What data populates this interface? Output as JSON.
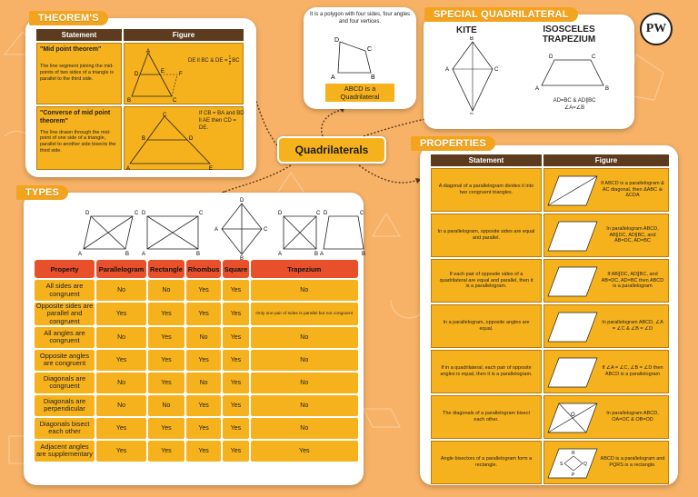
{
  "center": "Quadrilaterals",
  "logo_text": "PW",
  "theorems": {
    "tag": "THEOREM'S",
    "headers": [
      "Statement",
      "Figure"
    ],
    "rows": [
      {
        "title": "\"Mid point theorem\"",
        "text": "The line segment joining the mid-points of two sides of a triangle is parallel to the third side.",
        "fig_note_a": "DE ll BC & DE = ",
        "fig_note_b": "1",
        "fig_note_c": "2",
        "fig_note_d": "BC",
        "labels": [
          "A",
          "D",
          "E",
          "F",
          "B",
          "C"
        ]
      },
      {
        "title": "\"Converse of mid point theorem\"",
        "text": "The line drawn through the mid-point of one side of a triangle, parallel to another side bisects the third side.",
        "fig_note": "If CB = BA and BD ll AE then CD = DE.",
        "labels": [
          "C",
          "B",
          "D",
          "A",
          "E"
        ]
      }
    ]
  },
  "polygon": {
    "text": "It is a polygon with four sides, four angles and four vertices.",
    "labels": [
      "D",
      "C",
      "A",
      "B"
    ],
    "caption_a": "ABCD is a",
    "caption_b": "Quadrilateral"
  },
  "special": {
    "tag": "SPECIAL QUADRILATERAL",
    "kite": "KITE",
    "trap_a": "ISOSCELES",
    "trap_b": "TRAPEZIUM",
    "kite_labels": [
      "A",
      "B",
      "C",
      "D"
    ],
    "trap_labels": [
      "D",
      "C",
      "A",
      "B"
    ],
    "trap_note_a": "AD=BC & AD∥BC",
    "trap_note_b": "∠A=∠B"
  },
  "types": {
    "tag": "TYPES",
    "headers": [
      "Property",
      "Parallelogram",
      "Rectangle",
      "Rhombus",
      "Square",
      "Trapezium"
    ],
    "rows": [
      {
        "p": "All sides are congruent",
        "v": [
          "No",
          "No",
          "Yes",
          "Yes",
          "No"
        ]
      },
      {
        "p": "Opposite sides are parallel and congruent",
        "v": [
          "Yes",
          "Yes",
          "Yes",
          "Yes",
          "Only one pair of sides is parallel but not congruent"
        ]
      },
      {
        "p": "All angles are congruent",
        "v": [
          "No",
          "Yes",
          "No",
          "Yes",
          "No"
        ]
      },
      {
        "p": "Opposite angles are congruent",
        "v": [
          "Yes",
          "Yes",
          "Yes",
          "Yes",
          "No"
        ]
      },
      {
        "p": "Diagonals are congruent",
        "v": [
          "No",
          "Yes",
          "No",
          "Yes",
          "No"
        ]
      },
      {
        "p": "Diagonals are perpendicular",
        "v": [
          "No",
          "No",
          "Yes",
          "Yes",
          "No"
        ]
      },
      {
        "p": "Diagonals bisect each other",
        "v": [
          "Yes",
          "Yes",
          "Yes",
          "Yes",
          "No"
        ]
      },
      {
        "p": "Adjacent angles are supplementary",
        "v": [
          "Yes",
          "Yes",
          "Yes",
          "Yes",
          "Yes"
        ]
      }
    ]
  },
  "properties": {
    "tag": "PROPERTIES",
    "headers": [
      "Statement",
      "Figure"
    ],
    "rows": [
      {
        "s": "A diagonal of a parallelogram divides it into two congruent triangles.",
        "d": "If ABCD is a parallelogram & AC diagonal, then ΔABC ≅ ΔCDA"
      },
      {
        "s": "In a parallelogram, opposite sides are equal and parallel.",
        "d": "In parallelogram ABCD, AB∥DC, AD∥BC, and AB=DC, AD=BC"
      },
      {
        "s": "If each pair of opposite sides of a quadrilateral are equal and parallel, then it is a parallelogram.",
        "d": "If AB∥DC, AD∥BC, and AB=DC, AD=BC then ABCD is a parallelogram"
      },
      {
        "s": "In a parallelogram, opposite angles are equal.",
        "d": "In parallelogram ABCD, ∠A = ∠C & ∠B = ∠D"
      },
      {
        "s": "If in a quadrilateral, each pair of opposite angles is equal, then it is a parallelogram.",
        "d": "If ∠A = ∠C, ∠B = ∠D then ABCD is a parallelogram"
      },
      {
        "s": "The diagonals of a parallelogram bisect each other.",
        "d": "In parallelogram ABCD, OA=OC & OB=OD"
      },
      {
        "s": "Angle bisectors of a parallelogram form a rectangle.",
        "d": "ABCD is a parallelogram and PQRS is a rectangle."
      }
    ],
    "labels": [
      "D",
      "C",
      "A",
      "B",
      "O",
      "P",
      "Q",
      "R",
      "S"
    ]
  }
}
